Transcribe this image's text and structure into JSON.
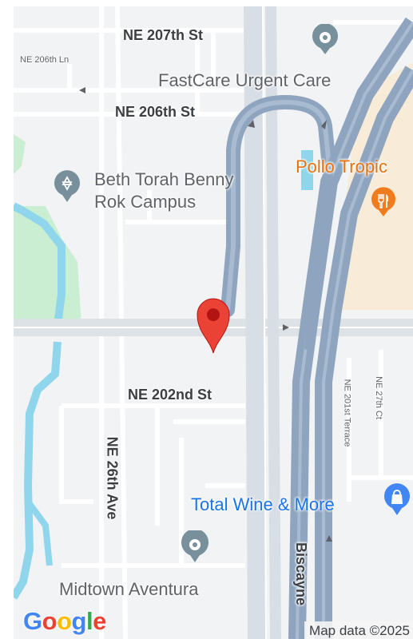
{
  "map": {
    "streets": {
      "ne_207th": "NE 207th St",
      "ne_206th_ln": "NE 206th Ln",
      "ne_206th": "NE 206th St",
      "ne_202nd": "NE 202nd St",
      "ne_26th_ave": "NE 26th Ave",
      "ne_201st_terrace": "NE 201st Terrace",
      "ne_27th_ct": "NE 27th Ct",
      "biscayne": "Biscayne"
    },
    "places": {
      "fastcare": "FastCare Urgent Care",
      "pollo": "Pollo Tropic",
      "beth_torah_1": "Beth Torah Benny",
      "beth_torah_2": "Rok Campus",
      "total_wine": "Total Wine & More",
      "midtown": "Midtown Aventura"
    },
    "colors": {
      "land": "#f2f3f4",
      "park": "#c9eed2",
      "water": "#8fd6ec",
      "highway": "#8ea4bf",
      "commercial": "#f8ecd8",
      "pin": "#ea4335",
      "poi_gray": "#78909c",
      "poi_orange": "#f17c1e",
      "poi_blue": "#4285f4"
    }
  },
  "footer": {
    "google": [
      "G",
      "o",
      "o",
      "g",
      "l",
      "e"
    ],
    "attribution": "Map data ©2025"
  }
}
